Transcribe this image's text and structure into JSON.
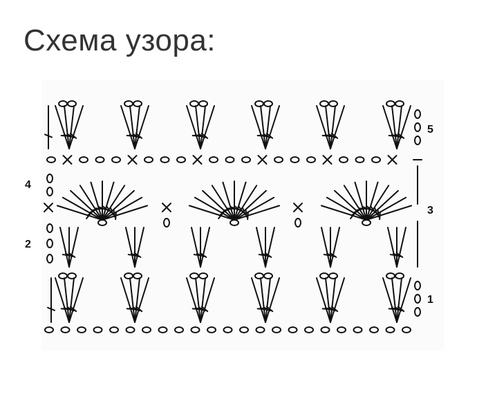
{
  "header": {
    "title": "Схема узора:"
  },
  "diagram": {
    "row_labels": {
      "r1": "1",
      "r2": "2",
      "r3": "3",
      "r4": "4",
      "r5": "5"
    },
    "foundation_chain_count": 23,
    "arch_columns": 6,
    "fans": 3,
    "colors": {
      "ink": "#111111",
      "title": "#333333",
      "panel": "#fbfbfb"
    },
    "symbols": [
      "chain-stitch",
      "single-crochet",
      "double-crochet-fan",
      "v-stitch-group"
    ]
  }
}
